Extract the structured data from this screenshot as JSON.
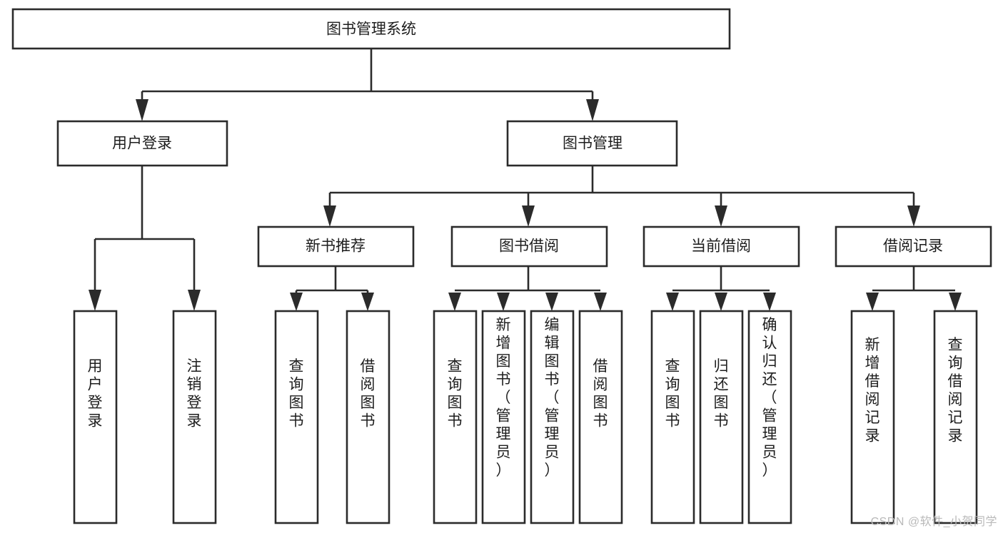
{
  "diagram": {
    "title": "图书管理系统",
    "type": "tree-hierarchy",
    "watermark": "CSDN @软件_小贺同学",
    "colors": {
      "stroke": "#2b2b2b",
      "fill": "#ffffff",
      "text": "#1d1d1d",
      "watermark": "#b9b9b9"
    },
    "nodes": {
      "root": {
        "label": "图书管理系统"
      },
      "level2": [
        {
          "id": "user-login",
          "label": "用户登录"
        },
        {
          "id": "book-manage",
          "label": "图书管理"
        }
      ],
      "level3": [
        {
          "id": "new-book-recommend",
          "label": "新书推荐"
        },
        {
          "id": "book-borrow",
          "label": "图书借阅"
        },
        {
          "id": "current-borrow",
          "label": "当前借阅"
        },
        {
          "id": "borrow-record",
          "label": "借阅记录"
        }
      ],
      "leaves": {
        "user-login": [
          {
            "id": "leaf-user-login",
            "label": "用户登录"
          },
          {
            "id": "leaf-logout-login",
            "label": "注销登录"
          }
        ],
        "new-book-recommend": [
          {
            "id": "leaf-query-book-1",
            "label": "查询图书"
          },
          {
            "id": "leaf-borrow-book-1",
            "label": "借阅图书"
          }
        ],
        "book-borrow": [
          {
            "id": "leaf-query-book-2",
            "label": "查询图书"
          },
          {
            "id": "leaf-add-book",
            "label": "新增图书（管理员）"
          },
          {
            "id": "leaf-edit-book",
            "label": "编辑图书（管理员）"
          },
          {
            "id": "leaf-borrow-book-2",
            "label": "借阅图书"
          }
        ],
        "current-borrow": [
          {
            "id": "leaf-query-book-3",
            "label": "查询图书"
          },
          {
            "id": "leaf-return-book",
            "label": "归还图书"
          },
          {
            "id": "leaf-confirm-return",
            "label": "确认归还（管理员）"
          }
        ],
        "borrow-record": [
          {
            "id": "leaf-add-record",
            "label": "新增借阅记录"
          },
          {
            "id": "leaf-query-record",
            "label": "查询借阅记录"
          }
        ]
      }
    }
  }
}
